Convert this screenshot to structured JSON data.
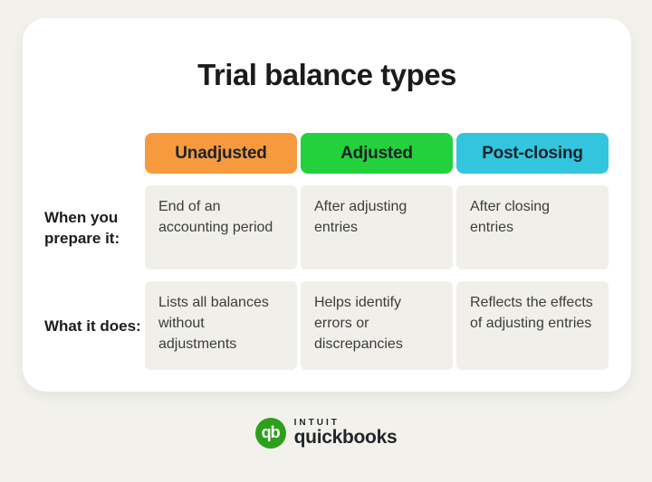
{
  "title": "Trial balance types",
  "table": {
    "columns": [
      {
        "label": "Unadjusted",
        "color": "#F79A3E"
      },
      {
        "label": "Adjusted",
        "color": "#23D13C"
      },
      {
        "label": "Post-closing",
        "color": "#32C5DD"
      }
    ],
    "rows": [
      {
        "label": "When you prepare it:",
        "cells": [
          "End of an accounting period",
          "After adjusting entries",
          "After closing entries"
        ]
      },
      {
        "label": "What it does:",
        "cells": [
          "Lists all balances without adjustments",
          "Helps identify errors or discrepancies",
          "Reflects the effects of adjusting entries"
        ]
      }
    ]
  },
  "footer": {
    "logo_mark": "qb",
    "brand_top": "INTUIT",
    "brand_bottom": "quickbooks",
    "logo_color": "#2CA01C"
  },
  "colors": {
    "page_background": "#F2F1EC",
    "card_background": "#FFFFFF",
    "cell_background": "#F0EFEA",
    "header_text": "#1D222B",
    "body_text": "#3C3C3C"
  }
}
